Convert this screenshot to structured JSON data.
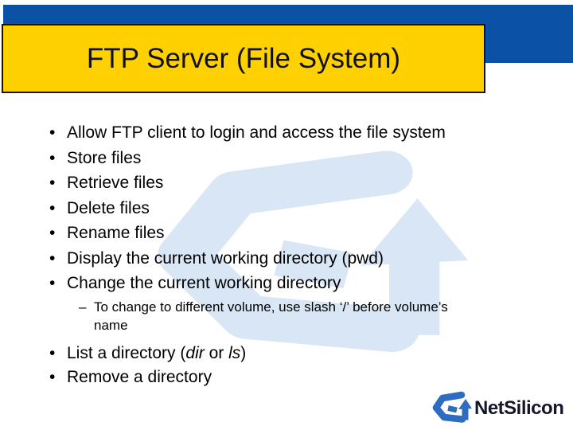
{
  "title": "FTP Server (File System)",
  "markers": {
    "l1": "•",
    "l2": "–"
  },
  "bullets": [
    {
      "level": 1,
      "segments": [
        {
          "text": "Allow FTP client to login and access the file system"
        }
      ]
    },
    {
      "level": 1,
      "segments": [
        {
          "text": "Store files"
        }
      ]
    },
    {
      "level": 1,
      "segments": [
        {
          "text": "Retrieve files"
        }
      ]
    },
    {
      "level": 1,
      "segments": [
        {
          "text": "Delete files"
        }
      ]
    },
    {
      "level": 1,
      "segments": [
        {
          "text": "Rename files"
        }
      ]
    },
    {
      "level": 1,
      "segments": [
        {
          "text": "Display the current working directory (pwd)"
        }
      ]
    },
    {
      "level": 1,
      "segments": [
        {
          "text": "Change the current working directory"
        }
      ]
    },
    {
      "level": 2,
      "segments": [
        {
          "text": "To change to different volume, use slash ‘/’ before volume’s"
        },
        {
          "br": true
        },
        {
          "text": "name"
        }
      ]
    },
    {
      "level": 1,
      "segments": [
        {
          "text": "List a directory ("
        },
        {
          "text": "dir",
          "italic": true
        },
        {
          "text": " or "
        },
        {
          "text": "ls",
          "italic": true
        },
        {
          "text": ")"
        }
      ]
    },
    {
      "level": 1,
      "segments": [
        {
          "text": "Remove a directory"
        }
      ]
    }
  ],
  "logo": {
    "brand": "NetSilicon"
  },
  "colors": {
    "bar-blue": "#0b51a5",
    "title-yellow": "#ffd100",
    "logo-blue": "#2d6cc0",
    "watermark-blue": "#d9e6f5",
    "text-black": "#000000",
    "wordmark-navy": "#15152b"
  }
}
